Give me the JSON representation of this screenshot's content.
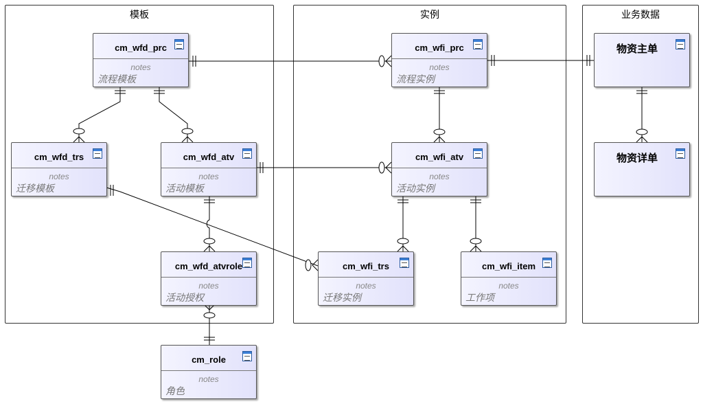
{
  "packages": {
    "template": "模板",
    "instance": "实例",
    "business": "业务数据"
  },
  "entities": {
    "cm_wfd_prc": {
      "name": "cm_wfd_prc",
      "notes": "notes",
      "desc": "流程模板"
    },
    "cm_wfd_trs": {
      "name": "cm_wfd_trs",
      "notes": "notes",
      "desc": "迁移模板"
    },
    "cm_wfd_atv": {
      "name": "cm_wfd_atv",
      "notes": "notes",
      "desc": "活动模板"
    },
    "cm_wfd_atvrole": {
      "name": "cm_wfd_atvrole",
      "notes": "notes",
      "desc": "活动授权"
    },
    "cm_role": {
      "name": "cm_role",
      "notes": "notes",
      "desc": "角色"
    },
    "cm_wfi_prc": {
      "name": "cm_wfi_prc",
      "notes": "notes",
      "desc": "流程实例"
    },
    "cm_wfi_atv": {
      "name": "cm_wfi_atv",
      "notes": "notes",
      "desc": "活动实例"
    },
    "cm_wfi_trs": {
      "name": "cm_wfi_trs",
      "notes": "notes",
      "desc": "迁移实例"
    },
    "cm_wfi_item": {
      "name": "cm_wfi_item",
      "notes": "notes",
      "desc": "工作项"
    },
    "material_master": {
      "name": "物资主单"
    },
    "material_detail": {
      "name": "物资详单"
    }
  }
}
